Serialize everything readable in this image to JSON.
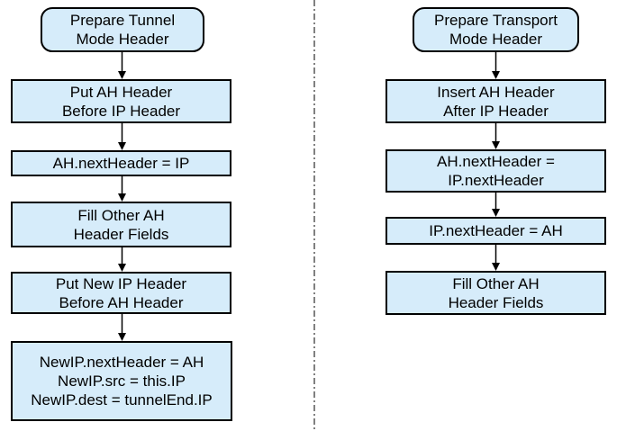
{
  "colors": {
    "background": "#ffffff",
    "box_fill": "#d6ecfa",
    "box_border": "#000000",
    "text": "#000000",
    "divider": "#808080",
    "arrow": "#000000"
  },
  "tunnel_flow": {
    "steps": [
      {
        "shape": "rounded",
        "lines": [
          "Prepare Tunnel",
          "Mode Header"
        ]
      },
      {
        "shape": "rect",
        "lines": [
          "Put AH Header",
          "Before IP Header"
        ]
      },
      {
        "shape": "rect",
        "lines": [
          "AH.nextHeader = IP"
        ]
      },
      {
        "shape": "rect",
        "lines": [
          "Fill Other AH",
          "Header Fields"
        ]
      },
      {
        "shape": "rect",
        "lines": [
          "Put New IP Header",
          "Before AH Header"
        ]
      },
      {
        "shape": "rect",
        "lines": [
          "NewIP.nextHeader = AH",
          "NewIP.src = this.IP",
          "NewIP.dest = tunnelEnd.IP"
        ]
      }
    ]
  },
  "transport_flow": {
    "steps": [
      {
        "shape": "rounded",
        "lines": [
          "Prepare Transport",
          "Mode Header"
        ]
      },
      {
        "shape": "rect",
        "lines": [
          "Insert AH Header",
          "After IP Header"
        ]
      },
      {
        "shape": "rect",
        "lines": [
          "AH.nextHeader =",
          "IP.nextHeader"
        ]
      },
      {
        "shape": "rect",
        "lines": [
          "IP.nextHeader = AH"
        ]
      },
      {
        "shape": "rect",
        "lines": [
          "Fill Other AH",
          "Header Fields"
        ]
      }
    ]
  }
}
